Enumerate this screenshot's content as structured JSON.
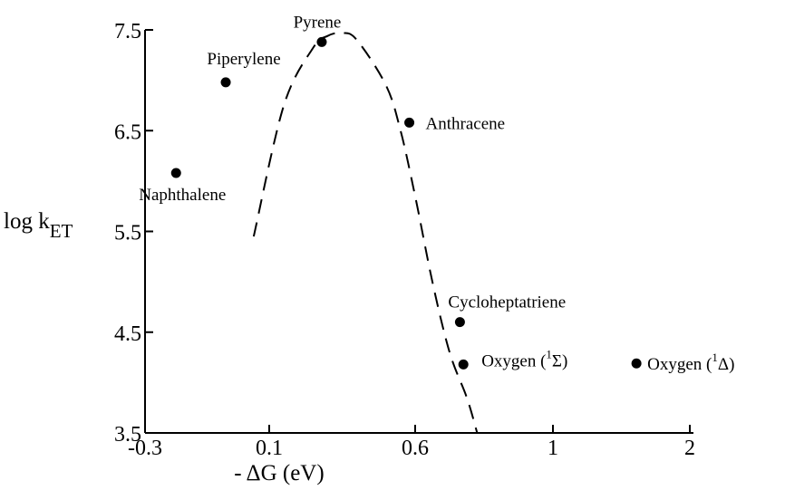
{
  "chart_data": {
    "type": "scatter",
    "xlabel_prefix": "- ",
    "xlabel_delta": "Δ",
    "xlabel_rest": "G (eV)",
    "ylabel_main": "log k",
    "ylabel_sub": "ET",
    "x_tick_labels": [
      "-0.3",
      "0.1",
      "0.6",
      "1",
      "2"
    ],
    "y_ticks": [
      3.5,
      4.5,
      5.5,
      6.5,
      7.5
    ],
    "y_tick_labels": [
      "3.5",
      "4.5",
      "5.5",
      "6.5",
      "7.5"
    ],
    "ylim": [
      3.5,
      7.5
    ],
    "points": [
      {
        "label": "Naphthalene",
        "x": -0.2,
        "y": 6.08
      },
      {
        "label": "Piperylene",
        "x": -0.04,
        "y": 6.98
      },
      {
        "label": "Pyrene",
        "x": 0.28,
        "y": 7.38
      },
      {
        "label": "Anthracene",
        "x": 0.58,
        "y": 6.58
      },
      {
        "label": "Cycloheptatriene",
        "x": 0.73,
        "y": 4.6
      },
      {
        "label": "Oxygen",
        "label_sup": "1",
        "label_sym": "Σ",
        "x": 0.74,
        "y": 4.18
      },
      {
        "label": "Oxygen",
        "label_sup": "1",
        "label_sym": "Δ",
        "x": 1.61,
        "y": 4.19
      }
    ],
    "fit_curve": {
      "style": "dashed",
      "x": [
        0.05,
        0.15,
        0.25,
        0.3,
        0.35,
        0.4,
        0.5,
        0.55,
        0.6,
        0.65,
        0.7,
        0.75,
        0.78
      ],
      "y": [
        5.45,
        6.75,
        7.32,
        7.44,
        7.47,
        7.4,
        6.95,
        6.5,
        5.85,
        5.0,
        4.3,
        3.85,
        3.5
      ]
    }
  }
}
